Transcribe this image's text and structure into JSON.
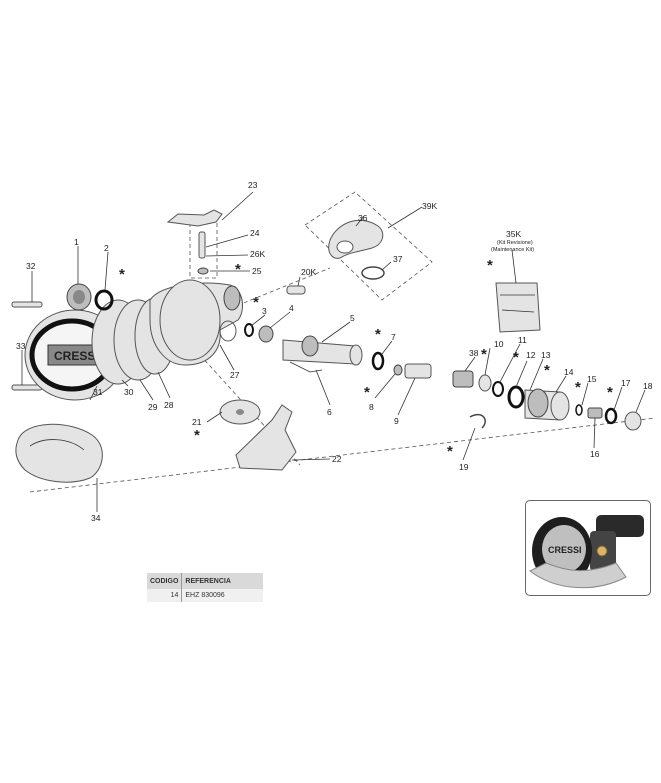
{
  "labels": {
    "p1": "1",
    "p2": "2",
    "p3": "3",
    "p4": "4",
    "p5": "5",
    "p6": "6",
    "p7": "7",
    "p8": "8",
    "p9": "9",
    "p10": "10",
    "p11": "11",
    "p12": "12",
    "p13": "13",
    "p14": "14",
    "p15": "15",
    "p16": "16",
    "p17": "17",
    "p18": "18",
    "p19": "19",
    "p20k": "20K",
    "p21": "21",
    "p22": "22",
    "p23": "23",
    "p24": "24",
    "p25": "25",
    "p26k": "26K",
    "p27": "27",
    "p28": "28",
    "p29": "29",
    "p30": "30",
    "p31": "31",
    "p32": "32",
    "p33": "33",
    "p34": "34",
    "p35k": "35K",
    "p36": "36",
    "p37": "37",
    "p38": "38",
    "p39k": "39K"
  },
  "kit_note": {
    "line1": "(Kit Revisione)",
    "line2": "(Maintenance Kit)"
  },
  "star_symbol": "*",
  "photo_logo": "CRESSI",
  "table": {
    "headers": [
      "CODIGO",
      "REFERENCIA"
    ],
    "rows": [
      {
        "code": "14",
        "ref": "EHZ 830096"
      }
    ]
  }
}
